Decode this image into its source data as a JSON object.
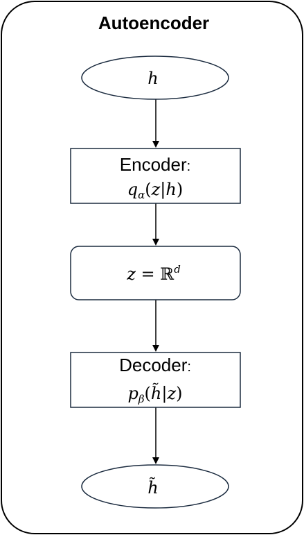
{
  "title": "Autoencoder",
  "nodes": {
    "input": {
      "symbol": "h"
    },
    "encoder": {
      "name": "Encoder",
      "colon": ":",
      "fn": "q",
      "sub": "α",
      "open": "(",
      "arg": "z",
      "bar": "|",
      "cond": "h",
      "close": ")"
    },
    "latent": {
      "var": "z",
      "eq": " = ",
      "space": "ℝ",
      "dim": "d"
    },
    "decoder": {
      "name": "Decoder",
      "colon": ":",
      "fn": "p",
      "sub": "β",
      "open": "(",
      "arg": "h̃",
      "bar": "|",
      "cond": "z",
      "close": ")"
    },
    "output": {
      "symbol": "h̃"
    }
  },
  "edges": [
    {
      "from": "input",
      "to": "encoder"
    },
    {
      "from": "encoder",
      "to": "latent"
    },
    {
      "from": "latent",
      "to": "decoder"
    },
    {
      "from": "decoder",
      "to": "output"
    }
  ],
  "colors": {
    "frame": "#000000",
    "node_border": "#1b2b3f",
    "arrow": "#000000"
  }
}
